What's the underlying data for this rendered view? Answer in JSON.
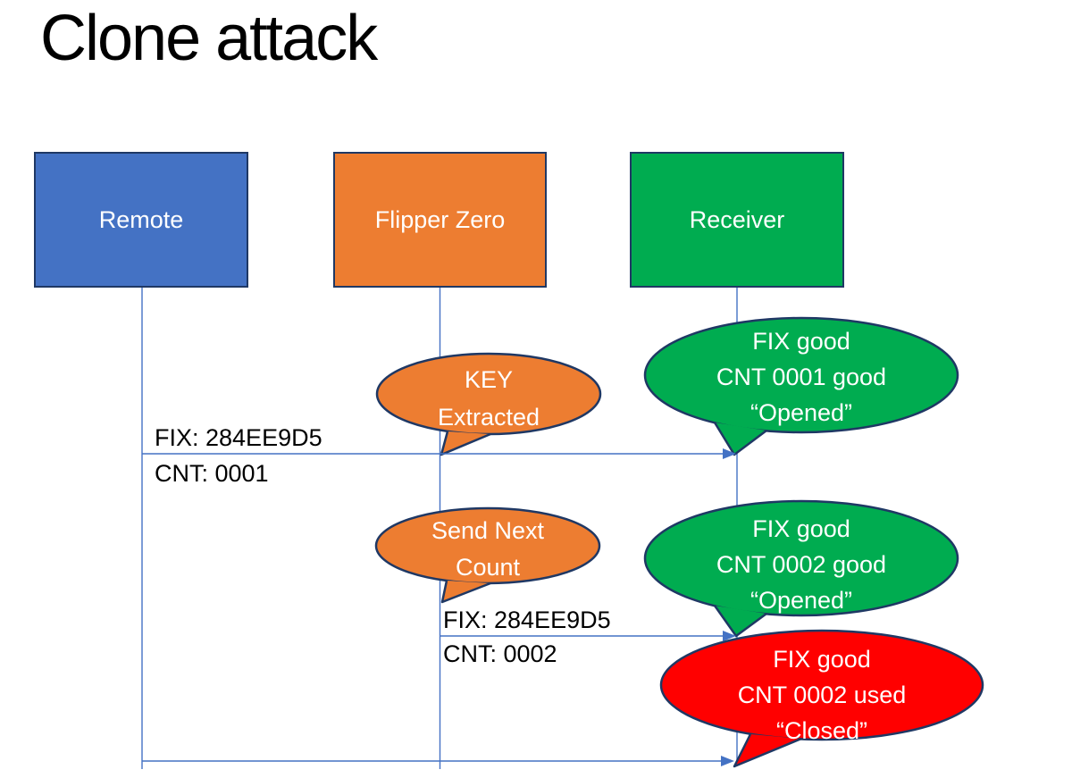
{
  "slide": {
    "title": "Clone attack"
  },
  "actors": [
    {
      "id": "remote",
      "label": "Remote"
    },
    {
      "id": "flipper",
      "label": "Flipper Zero"
    },
    {
      "id": "receiver",
      "label": "Receiver"
    }
  ],
  "callouts": {
    "key_extracted": {
      "lines": [
        "KEY",
        "Extracted"
      ]
    },
    "opened_1": {
      "lines": [
        "FIX good",
        "CNT 0001 good",
        "“Opened”"
      ]
    },
    "send_next": {
      "lines": [
        "Send Next",
        "Count"
      ]
    },
    "opened_2": {
      "lines": [
        "FIX good",
        "CNT 0002 good",
        "“Opened”"
      ]
    },
    "closed": {
      "lines": [
        "FIX good",
        "CNT 0002 used",
        "“Closed”"
      ]
    }
  },
  "messages": [
    {
      "fix": "FIX: 284EE9D5",
      "cnt": "CNT: 0001"
    },
    {
      "fix": "FIX: 284EE9D5",
      "cnt": "CNT: 0002"
    }
  ],
  "colors": {
    "remote_fill": "#4472C4",
    "flipper_fill": "#ED7D31",
    "receiver_fill": "#00AC50",
    "alert_fill": "#FF0000",
    "outline": "#1F3864",
    "connector": "#4472C4",
    "text_on_shape": "#FFFFFF",
    "text_plain": "#000000"
  }
}
